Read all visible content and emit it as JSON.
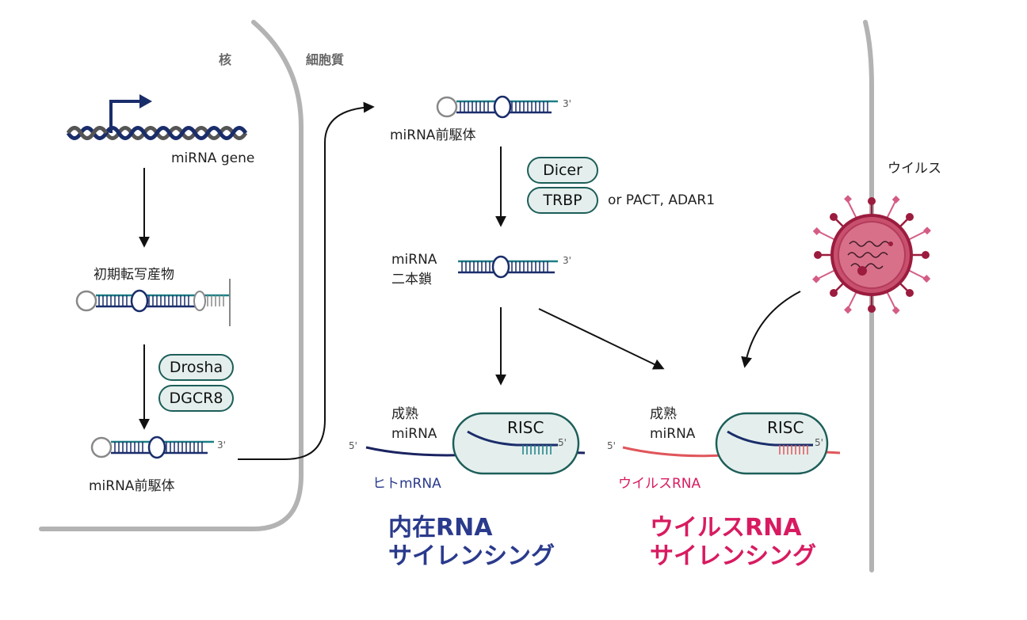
{
  "regions": {
    "nucleus": "核",
    "cytoplasm": "細胞質",
    "virus": "ウイルス"
  },
  "nucleus": {
    "gene_label": "miRNA gene",
    "primary_transcript_label": "初期転写産物",
    "enzymes": [
      "Drosha",
      "DGCR8"
    ],
    "precursor_label": "miRNA前駆体",
    "precursor_end": "3'"
  },
  "cytoplasm": {
    "precursor_label": "miRNA前駆体",
    "precursor_end": "3'",
    "enzymes": [
      "Dicer",
      "TRBP"
    ],
    "enzyme_alternatives": "or PACT, ADAR1",
    "duplex_label_line1": "miRNA",
    "duplex_label_line2": "二本鎖",
    "duplex_end": "3'"
  },
  "pathways": [
    {
      "mature_line1": "成熟",
      "mature_line2": "miRNA",
      "complex": "RISC",
      "five_prime_target": "5'",
      "five_prime_mirna": "5'",
      "target_label": "ヒトmRNA",
      "title_line1": "内在RNA",
      "title_line2": "サイレンシング",
      "color": "#2a3a8c"
    },
    {
      "mature_line1": "成熟",
      "mature_line2": "miRNA",
      "complex": "RISC",
      "five_prime_target": "5'",
      "five_prime_mirna": "5'",
      "target_label": "ウイルスRNA",
      "title_line1": "ウイルスRNA",
      "title_line2": "サイレンシング",
      "color": "#d81b60"
    }
  ],
  "colors": {
    "membrane": "#b3b3b3",
    "rna_dark": "#1a2d6b",
    "rna_teal": "#1d7f86",
    "pill_border": "#1d5e59",
    "pill_fill": "#e4efed",
    "virus_fill": "#c8506e",
    "virus_spike": "#9b1c3e",
    "viral_rna": "#e0565b"
  }
}
